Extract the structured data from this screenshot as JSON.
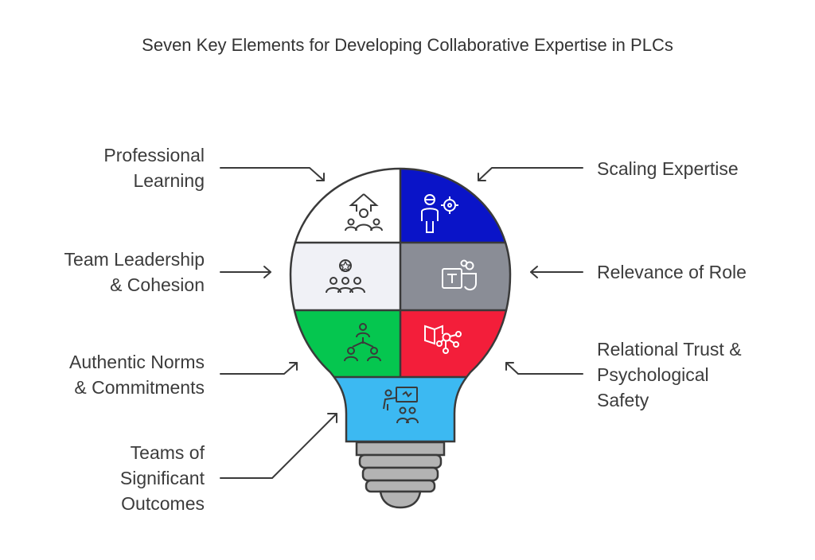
{
  "title": "Seven Key Elements for Developing Collaborative Expertise in PLCs",
  "colors": {
    "professional_learning": "#ffffff",
    "scaling_expertise": "#0a14c8",
    "team_leadership": "#f0f1f6",
    "relevance_of_role": "#8a8d96",
    "authentic_norms": "#05c64f",
    "relational_trust": "#f31e3a",
    "significant_outcomes": "#3cb9f2",
    "base": "#b3b3b3",
    "outline": "#3a3a3a"
  },
  "elements": [
    {
      "id": "professional-learning",
      "lines": [
        "Professional",
        "Learning"
      ],
      "icon": "presenter-audience-icon"
    },
    {
      "id": "scaling-expertise",
      "lines": [
        "Scaling Expertise"
      ],
      "icon": "person-target-icon"
    },
    {
      "id": "team-leadership",
      "lines": [
        "Team Leadership",
        "& Cohesion"
      ],
      "icon": "team-star-icon"
    },
    {
      "id": "relevance-of-role",
      "lines": [
        "Relevance of Role"
      ],
      "icon": "teams-logo-icon"
    },
    {
      "id": "authentic-norms",
      "lines": [
        "Authentic Norms",
        "& Commitments"
      ],
      "icon": "hierarchy-people-icon"
    },
    {
      "id": "relational-trust",
      "lines": [
        "Relational Trust &",
        "Psychological",
        "Safety"
      ],
      "icon": "brain-network-icon"
    },
    {
      "id": "significant-outcomes",
      "lines": [
        "Teams of",
        "Significant",
        "Outcomes"
      ],
      "icon": "teacher-board-icon"
    }
  ]
}
